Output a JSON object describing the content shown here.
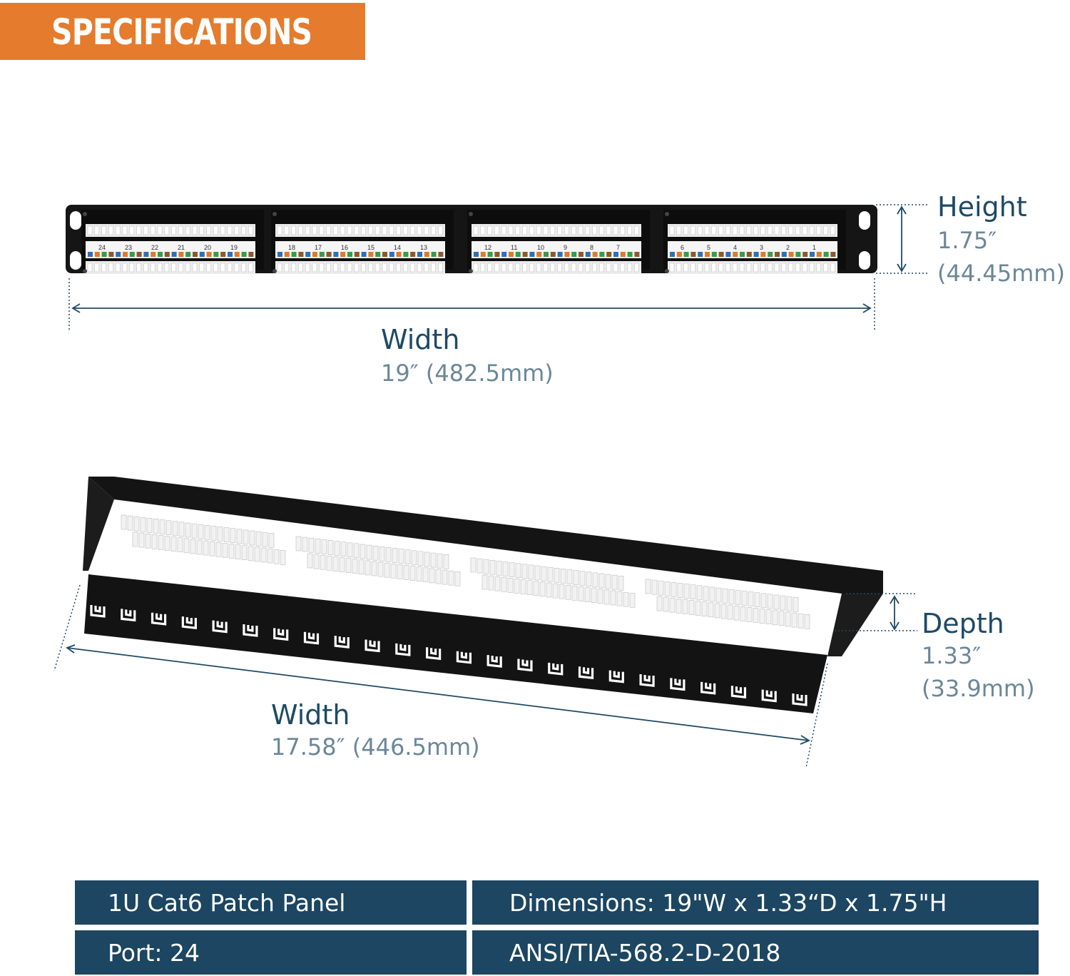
{
  "banner": {
    "title": "SPECIFICATIONS"
  },
  "front_view": {
    "height_label": "Height",
    "height_inches": "1.75″",
    "height_mm": "(44.45mm)",
    "width_label": "Width",
    "width_value": "19″ (482.5mm)",
    "port_numbers": [
      "24",
      "23",
      "22",
      "21",
      "20",
      "19",
      "18",
      "17",
      "16",
      "15",
      "14",
      "13",
      "12",
      "11",
      "10",
      "9",
      "8",
      "7",
      "6",
      "5",
      "4",
      "3",
      "2",
      "1"
    ]
  },
  "rear_view": {
    "depth_label": "Depth",
    "depth_inches": "1.33″",
    "depth_mm": "(33.9mm)",
    "width_label": "Width",
    "width_value": "17.58″ (446.5mm)"
  },
  "spec_table": {
    "rows": [
      {
        "left": "1U Cat6 Patch Panel",
        "right": "Dimensions: 19\"W x 1.33“D x 1.75\"H"
      },
      {
        "left": "Port: 24",
        "right": "ANSI/TIA-568.2-D-2018"
      }
    ]
  },
  "colors": {
    "banner": "#e57b2c",
    "label_dark": "#1e4a66",
    "label_light": "#6b8799",
    "table_cell": "#1c4661",
    "dimension_line": "#1e4a66"
  }
}
